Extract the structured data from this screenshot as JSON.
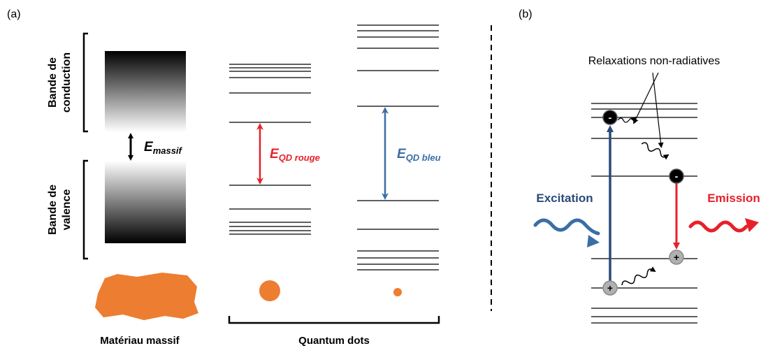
{
  "panel_a": {
    "label": "(a)",
    "conduction_band_label_line1": "Bande de",
    "conduction_band_label_line2": "conduction",
    "valence_band_label_line1": "Bande de",
    "valence_band_label_line2": "valence",
    "bulk_gap_symbol": "E",
    "bulk_gap_subscript": "massif",
    "red_gap_symbol": "E",
    "red_gap_subscript": "QD rouge",
    "blue_gap_symbol": "E",
    "blue_gap_subscript": "QD bleu",
    "bulk_material_caption": "Matériau massif",
    "quantum_dots_caption": "Quantum dots"
  },
  "panel_b": {
    "label": "(b)",
    "relaxation_label": "Relaxations non-radiatives",
    "excitation_label": "Excitation",
    "emission_label": "Emission",
    "electron_sign": "-",
    "hole_sign": "+"
  },
  "colors": {
    "red": "#e8202a",
    "blue": "#3a6ea5",
    "orange": "#ed7d31",
    "navy": "#2a4a7a",
    "black": "#000000",
    "grey_particle": "#b0b0b0"
  }
}
